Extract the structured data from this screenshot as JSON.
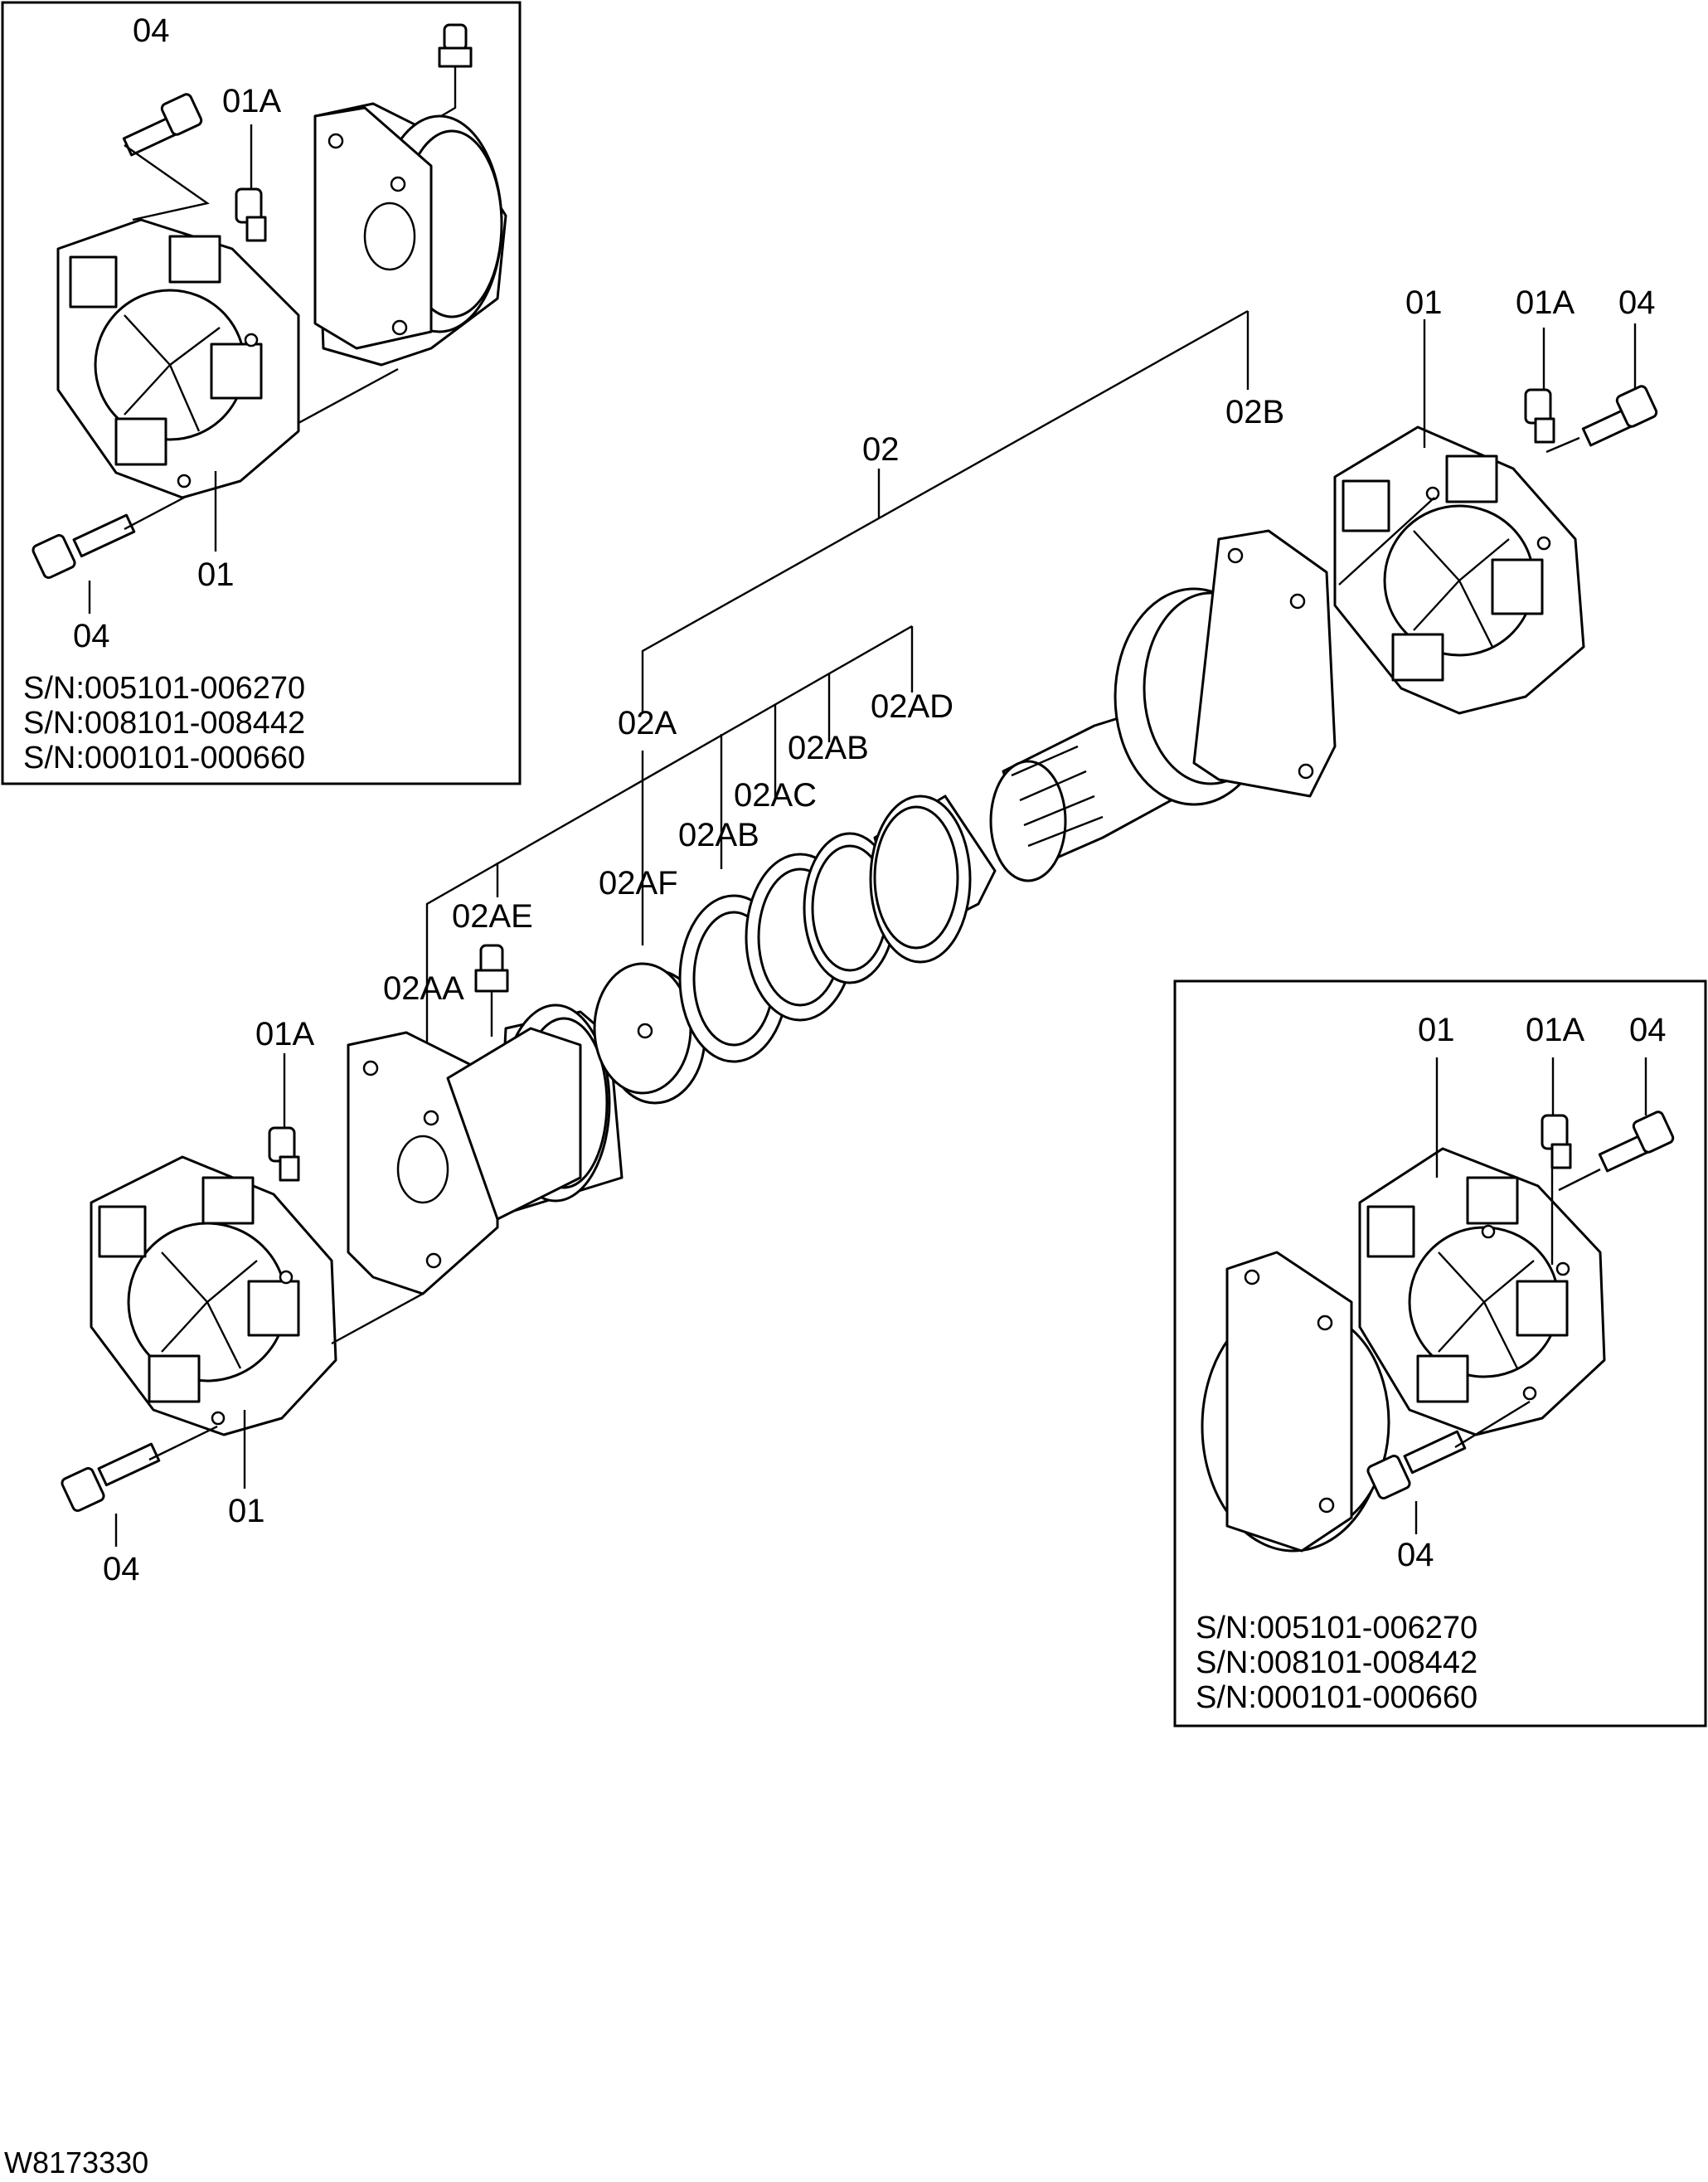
{
  "diagram": {
    "labels": {
      "p02": "02",
      "p02A": "02A",
      "p02B": "02B",
      "p02AA": "02AA",
      "p02AB_a": "02AB",
      "p02AB_b": "02AB",
      "p02AC": "02AC",
      "p02AD": "02AD",
      "p02AE": "02AE",
      "p02AF": "02AF",
      "main_01_left": "01",
      "main_01A_left": "01A",
      "main_04_left": "04",
      "main_01_right": "01",
      "main_01A_right": "01A",
      "main_04_right": "04"
    },
    "inset_top_left": {
      "labels": {
        "p04_top": "04",
        "p01A": "01A",
        "p01": "01",
        "p04_bottom": "04"
      },
      "serial_numbers": [
        "S/N:005101-006270",
        "S/N:008101-008442",
        "S/N:000101-000660"
      ]
    },
    "inset_bottom_right": {
      "labels": {
        "p01": "01",
        "p01A": "01A",
        "p04_top": "04",
        "p04_bottom": "04"
      },
      "serial_numbers": [
        "S/N:005101-006270",
        "S/N:008101-008442",
        "S/N:000101-000660"
      ]
    },
    "drawing_number": "W8173330"
  }
}
